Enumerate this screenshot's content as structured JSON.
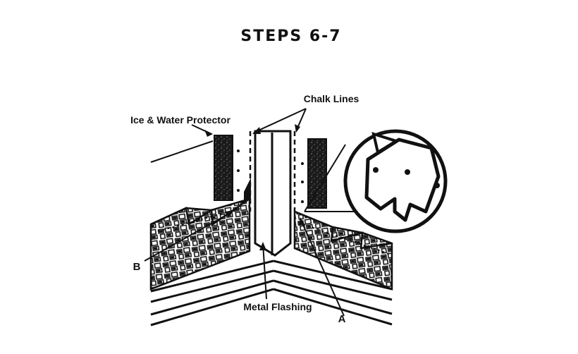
{
  "title": "STEPS 6-7",
  "labels": {
    "chalk_lines": "Chalk Lines",
    "ice_water": "Ice & Water Protector",
    "metal_flashing": "Metal Flashing",
    "a": "A",
    "b": "B"
  },
  "colors": {
    "ink": "#111111",
    "paper": "#ffffff"
  }
}
